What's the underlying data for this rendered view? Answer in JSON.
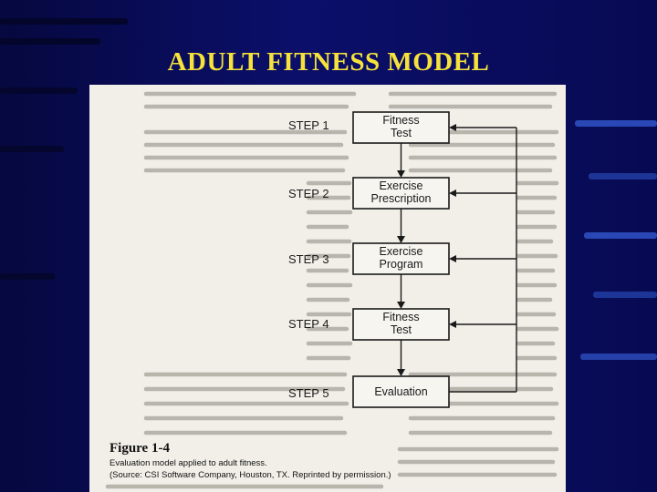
{
  "slide_title": "ADULT FITNESS MODEL",
  "colors": {
    "background": "#0b0f6a",
    "title": "#f6e23a",
    "page": "#f1efe8",
    "ink": "#1a1a1a"
  },
  "diagram": {
    "steps": [
      {
        "step": "STEP 1",
        "box_lines": [
          "Fitness",
          "Test"
        ]
      },
      {
        "step": "STEP 2",
        "box_lines": [
          "Exercise",
          "Prescription"
        ]
      },
      {
        "step": "STEP 3",
        "box_lines": [
          "Exercise",
          "Program"
        ]
      },
      {
        "step": "STEP 4",
        "box_lines": [
          "Fitness",
          "Test"
        ]
      },
      {
        "step": "STEP 5",
        "box_lines": [
          "Evaluation"
        ]
      }
    ],
    "figure_label": "Figure 1-4",
    "caption_line1": "Evaluation model applied to adult fitness.",
    "caption_line2": "(Source: CSI Software Company, Houston, TX. Reprinted by permission.)"
  }
}
